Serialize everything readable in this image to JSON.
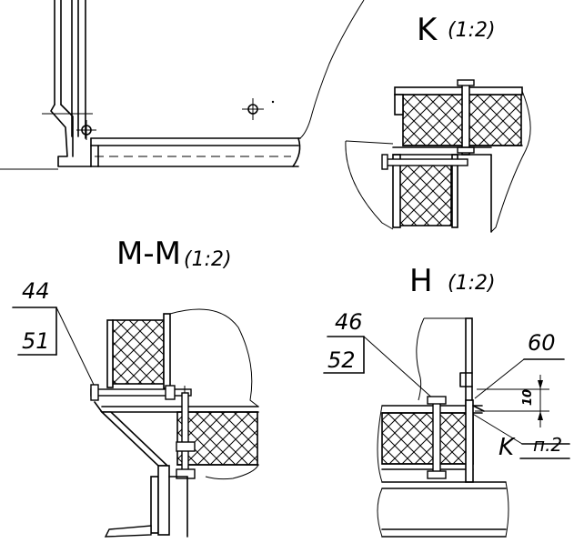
{
  "views": {
    "k": {
      "letter": "K",
      "scale": "(1:2)"
    },
    "m": {
      "letter": "M-M",
      "scale": "(1:2)"
    },
    "h": {
      "letter": "H",
      "scale": "(1:2)"
    }
  },
  "callouts": {
    "m_top": "44",
    "m_bottom": "51",
    "h_top": "46",
    "h_bottom": "52",
    "h_right": "60",
    "dim_10": "10",
    "weld_k": "K",
    "weld_note": "п.2"
  }
}
